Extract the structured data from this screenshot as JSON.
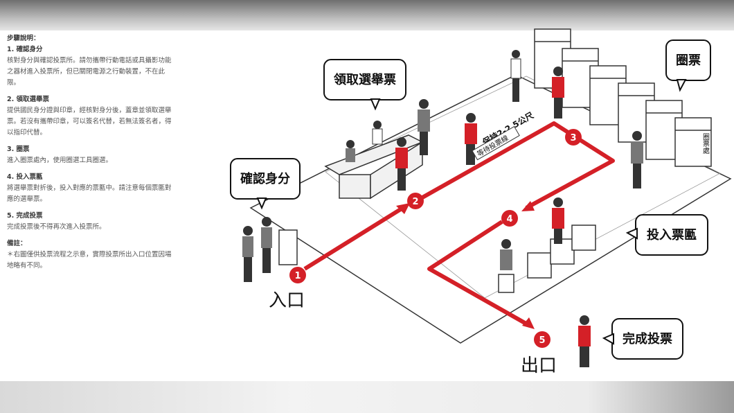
{
  "steps_panel": {
    "heading": "步驟說明：",
    "steps": [
      {
        "title": "1. 確認身分",
        "desc": "核對身分與確認投票所。請勿攜帶行動電話或具攝影功能之器材進入投票所，但已關閉電源之行動裝置，不在此限。"
      },
      {
        "title": "2. 領取選舉票",
        "desc": "提供國民身分證與印章，經核對身分後，蓋章並領取選舉票。若沒有攜帶印章，可以簽名代替，若無法簽名者，得以指印代替。"
      },
      {
        "title": "3. 圈票",
        "desc": "進入圈票處內，使用圈選工具圈選。"
      },
      {
        "title": "4. 投入票匭",
        "desc": "將選舉票對折後，投入對應的票匭中。請注意每個票匭對應的選舉票。"
      },
      {
        "title": "5. 完成投票",
        "desc": "完成投票後不得再次進入投票所。"
      }
    ],
    "note_title": "備註：",
    "note": "＊右圖僅供投票流程之示意，實際投票所出入口位置因場地略有不同。"
  },
  "diagram": {
    "bubbles": {
      "verify": "確認身分",
      "receive": "領取選舉票",
      "mark": "圈票",
      "cast": "投入票匭",
      "done": "完成投票"
    },
    "entrance": "入口",
    "exit": "出口",
    "distance_sign": "保持2-2.5公尺",
    "waiting_sign": "等待投票線",
    "booth_sign": "圈票處",
    "steps": [
      "1",
      "2",
      "3",
      "4",
      "5"
    ],
    "accent_color": "#d42027",
    "figure_color": "#777777"
  }
}
